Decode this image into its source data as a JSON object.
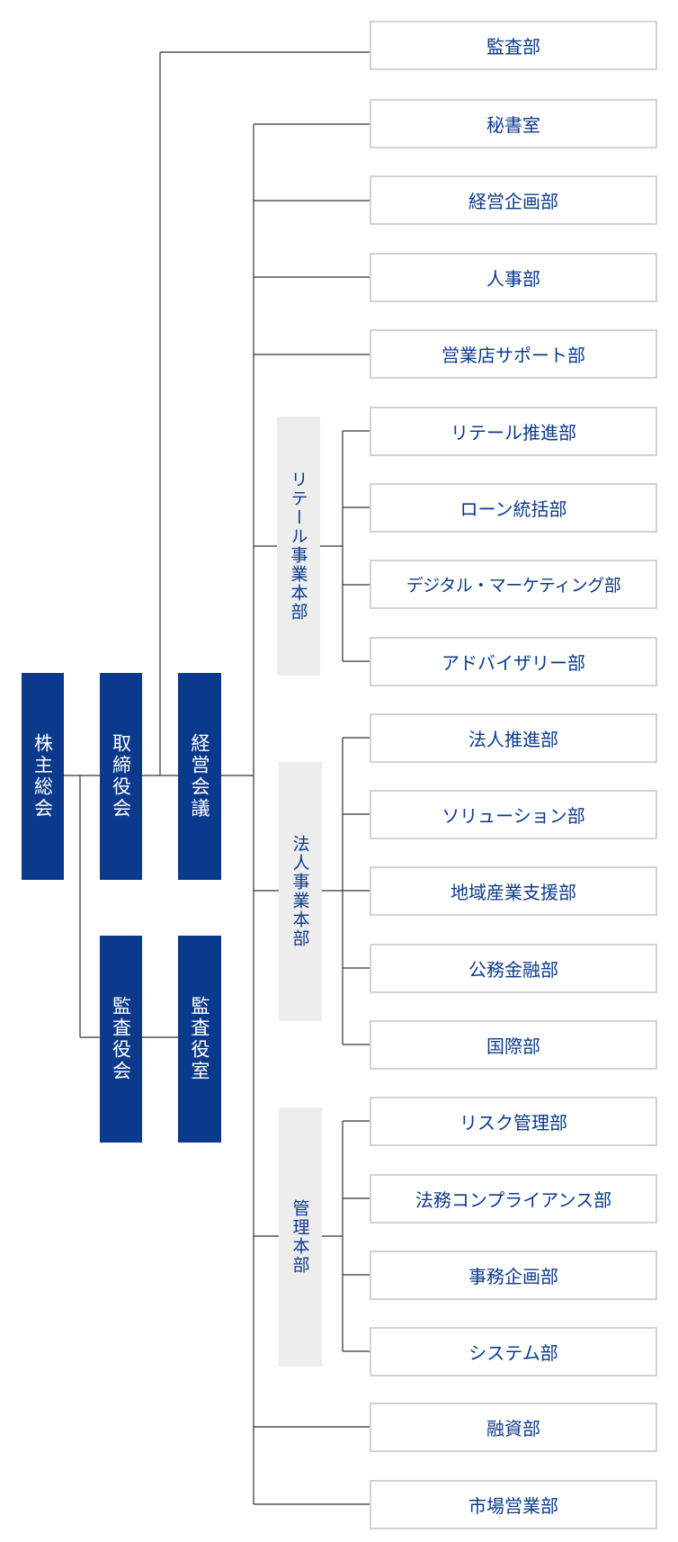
{
  "org": {
    "shareholders": "株主総会",
    "board": "取締役会",
    "management": "経営会議",
    "auditors": "監査役会",
    "auditor_office": "監査役室",
    "hq": {
      "retail": "リテール事業本部",
      "corporate": "法人事業本部",
      "admin": "管理本部"
    },
    "depts": [
      "監査部",
      "秘書室",
      "経営企画部",
      "人事部",
      "営業店サポート部",
      "リテール推進部",
      "ローン統括部",
      "デジタル・マーケティング部",
      "アドバイザリー部",
      "法人推進部",
      "ソリューション部",
      "地域産業支援部",
      "公務金融部",
      "国際部",
      "リスク管理部",
      "法務コンプライアンス部",
      "事務企画部",
      "システム部",
      "融資部",
      "市場営業部"
    ]
  },
  "colors": {
    "navy": "#0b3a8c",
    "hq_bg": "#ededed",
    "border": "#d2d2d2",
    "line": "#333333"
  }
}
